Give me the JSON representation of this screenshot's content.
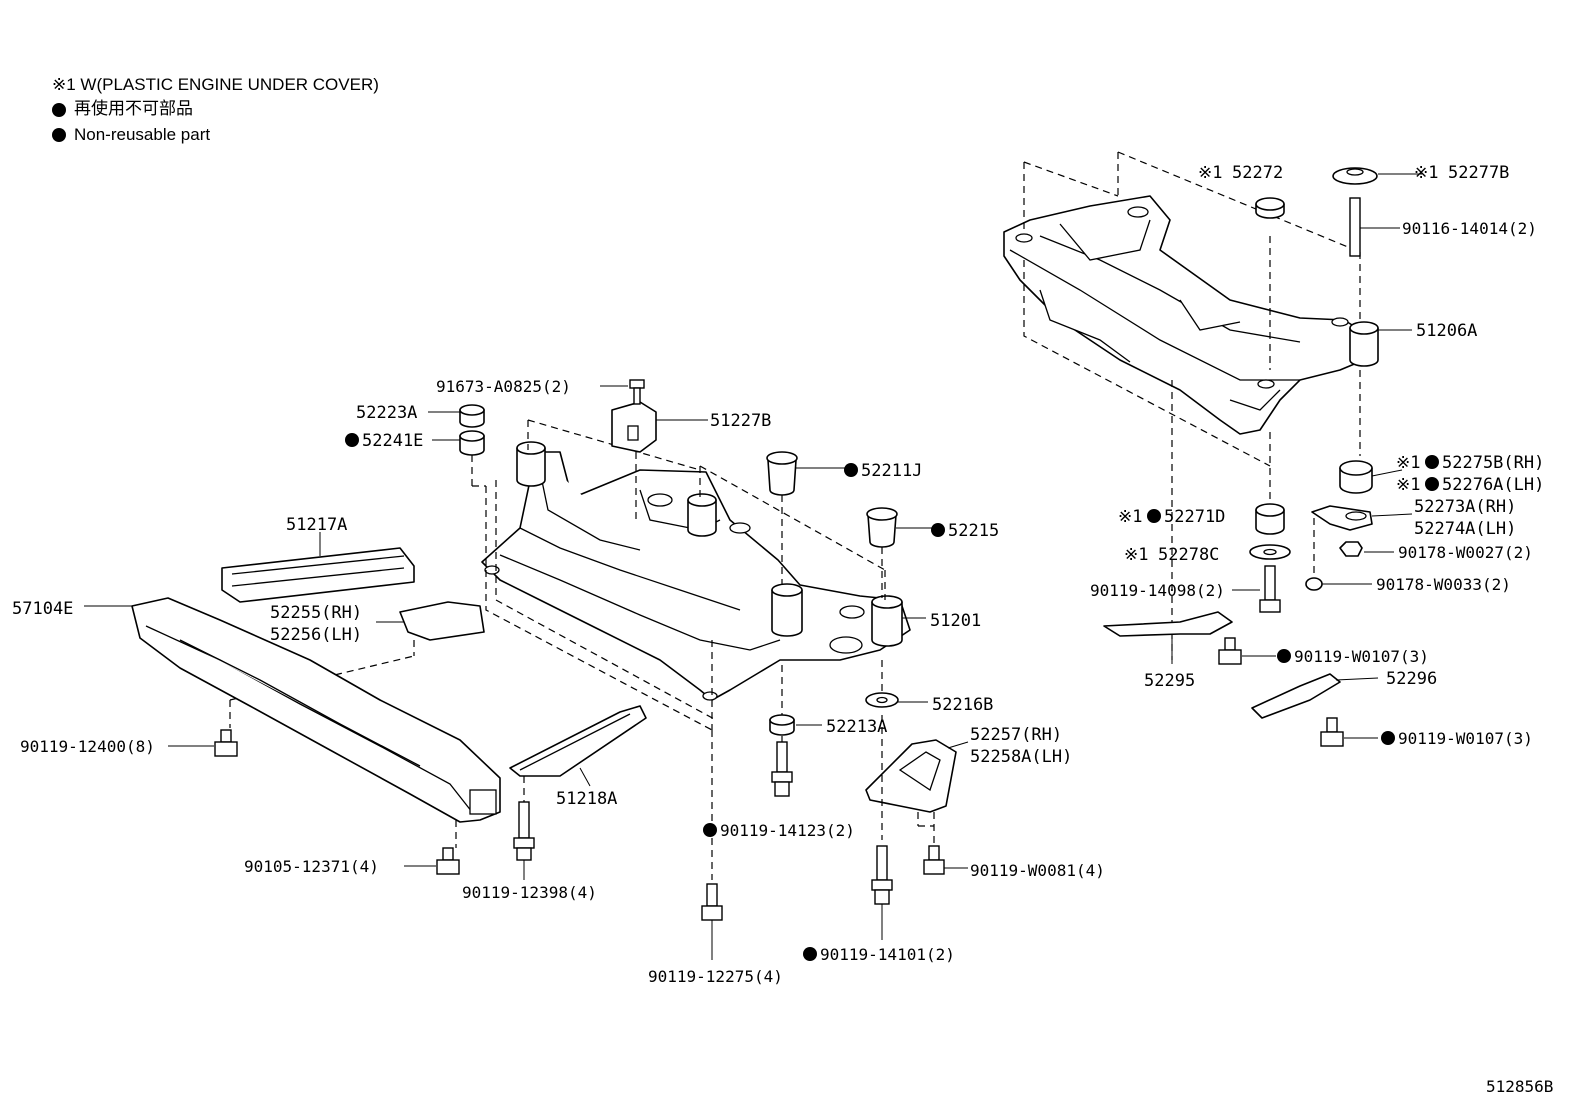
{
  "legend": {
    "note": "※1 W(PLASTIC ENGINE UNDER COVER)",
    "nonreusable_ja": "再使用不可部品",
    "nonreusable_en": "Non-reusable part"
  },
  "parts": {
    "p91673": "91673-A0825(2)",
    "p52223A": "52223A",
    "p52241E": "52241E",
    "p51227B": "51227B",
    "p52211J": "52211J",
    "p52215": "52215",
    "p51217A": "51217A",
    "p57104E": "57104E",
    "p52255": "52255(RH)",
    "p52256": "52256(LH)",
    "p51201": "51201",
    "p52216B": "52216B",
    "p52213A": "52213A",
    "p52257": "52257(RH)",
    "p52258A": "52258A(LH)",
    "p90119_12400": "90119-12400(8)",
    "p51218A": "51218A",
    "p90119_14123": "90119-14123(2)",
    "p90105_12371": "90105-12371(4)",
    "p90119_12398": "90119-12398(4)",
    "p90119_W0081": "90119-W0081(4)",
    "p90119_12275": "90119-12275(4)",
    "p90119_14101": "90119-14101(2)",
    "p52272": "52272",
    "p52277B": "52277B",
    "p90116": "90116-14014(2)",
    "p51206A": "51206A",
    "p52275B": "52275B(RH)",
    "p52276A": "52276A(LH)",
    "p52273A": "52273A(RH)",
    "p52274A": "52274A(LH)",
    "p52271D": "52271D",
    "p52278C": "52278C",
    "p90178_W0027": "90178-W0027(2)",
    "p90119_14098": "90119-14098(2)",
    "p90178_W0033": "90178-W0033(2)",
    "p90119_W0107a": "90119-W0107(3)",
    "p52295": "52295",
    "p52296": "52296",
    "p90119_W0107b": "90119-W0107(3)"
  },
  "marks": {
    "ref": "※1"
  },
  "diagram_id": "512856B"
}
